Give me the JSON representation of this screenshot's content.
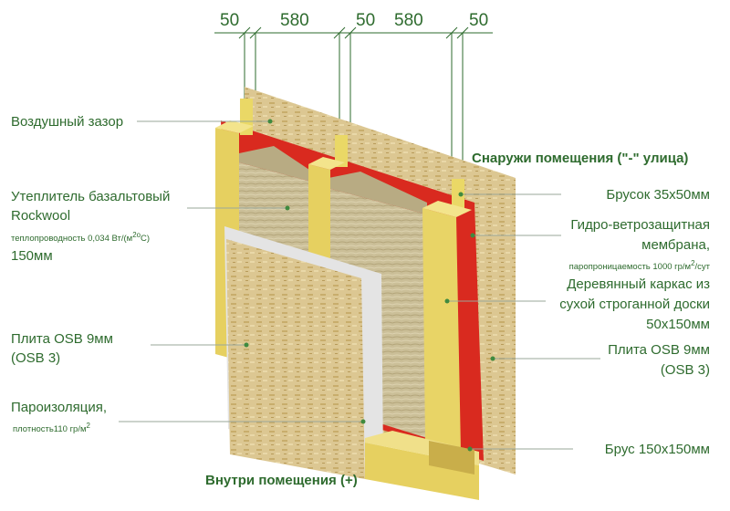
{
  "dimensions": [
    "50",
    "580",
    "50",
    "580",
    "50"
  ],
  "labels": {
    "air_gap": "Воздушный зазор",
    "insulation_line1": "Утеплитель базальтовый",
    "insulation_line2": "Rockwool",
    "insulation_note_prefix": "теплопроводность 0,034 Вт/(м",
    "insulation_note_sup1": "2",
    "insulation_note_sup2": "o",
    "insulation_note_suffix": "С)",
    "insulation_thickness": "150мм",
    "osb_left_line1": "Плита OSB 9мм",
    "osb_left_line2": "(OSB 3)",
    "vapor_line1": "Пароизоляция,",
    "vapor_note_prefix": "плотность110 гр/м",
    "vapor_note_sup": "2",
    "outside": "Снаружи помещения (\"-\" улица)",
    "inside": "Внутри помещения (+)",
    "batten": "Брусок 35х50мм",
    "membrane_line1": "Гидро-ветрозащитная",
    "membrane_line2": "мембрана,",
    "membrane_note_prefix": "паропроницаемость 1000 гр/м",
    "membrane_note_sup": "2",
    "membrane_note_suffix": "/сут",
    "frame_line1": "Деревянный каркас из",
    "frame_line2": "сухой строганной доски",
    "frame_line3": "50х150мм",
    "osb_right_line1": "Плита OSB 9мм",
    "osb_right_line2": "(OSB 3)",
    "beam": "Брус 150х150мм"
  },
  "colors": {
    "text": "#2e6b2e",
    "osb": "#d9c48f",
    "timber": "#e8d66a",
    "membrane": "#d92a1f",
    "insulation": "#c9bc95",
    "vapor_barrier": "#e6e6e6"
  }
}
